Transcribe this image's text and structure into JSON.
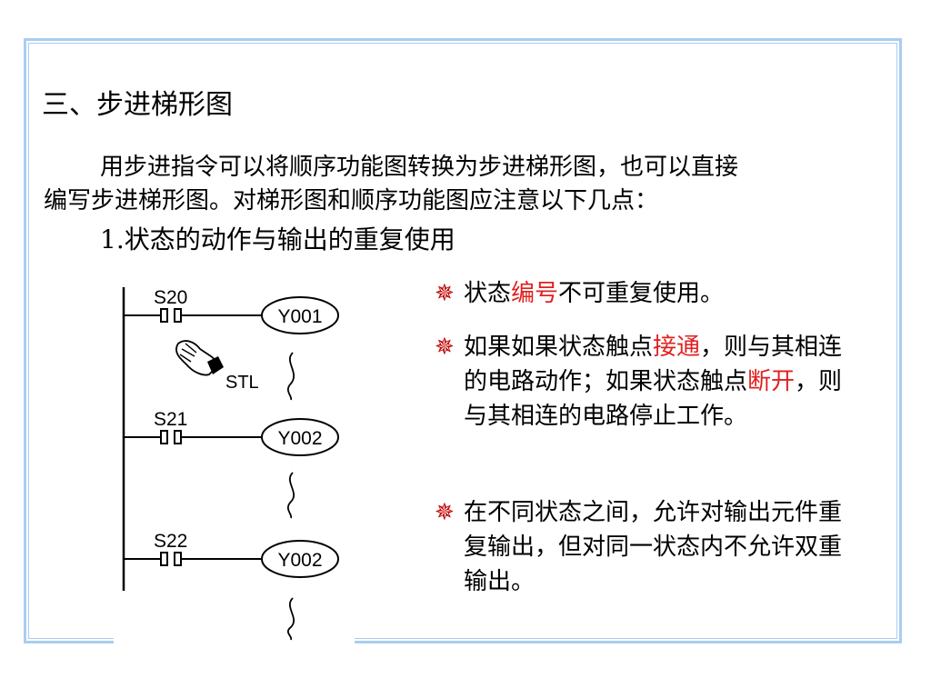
{
  "heading": "三、步进梯形图",
  "paragraph": {
    "line1": "用步进指令可以将顺序功能图转换为步进梯形图，也可以直接",
    "line2": "编写步进梯形图。对梯形图和顺序功能图应注意以下几点："
  },
  "subheading": "1.状态的动作与输出的重复使用",
  "bullets": [
    {
      "pre": "状态",
      "red": "编号",
      "post": "不可重复使用。"
    },
    {
      "pre": "如果如果状态触点",
      "red": "接通",
      "mid": "，则与其相连的电路动作；如果状态触点",
      "red2": "断开",
      "post": "，则与其相连的电路停止工作。"
    },
    {
      "text": "在不同状态之间，允许对输出元件重复输出，但对同一状态内不允许双重输出。"
    }
  ],
  "bullet_icon": "star-bullet-icon",
  "diagram": {
    "rungs": [
      {
        "contact": "S20",
        "coil": "Y001"
      },
      {
        "contact": "S21",
        "coil": "Y002"
      },
      {
        "contact": "S22",
        "coil": "Y002"
      }
    ],
    "annotation": "STL",
    "hand_icon": "pointing-hand-icon"
  },
  "colors": {
    "border": "#a9cdf0",
    "highlight": "#e02020",
    "bullet": "#c00000"
  }
}
